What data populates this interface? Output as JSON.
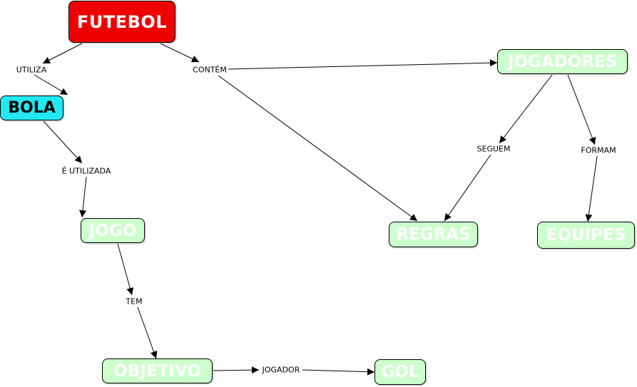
{
  "colors": {
    "root_fill": "#ee0000",
    "ball_fill": "#22e8f4",
    "concept_fill": "#ccffcc",
    "line": "#000000"
  },
  "concepts": {
    "futebol": "FUTEBOL",
    "bola": "BOLA",
    "jogo": "JOGO",
    "objetivo": "OBJETIVO",
    "gol": "GOL",
    "jogadores": "JOGADORES",
    "regras": "REGRAS",
    "equipes": "EQUIPES"
  },
  "links": {
    "utiliza": "UTILIZA",
    "contem": "CONTÉM",
    "e_utilizada": "É UTILIZADA",
    "tem": "TEM",
    "jogador": "JOGADOR",
    "seguem": "SEGUEM",
    "formam": "FORMAM"
  }
}
